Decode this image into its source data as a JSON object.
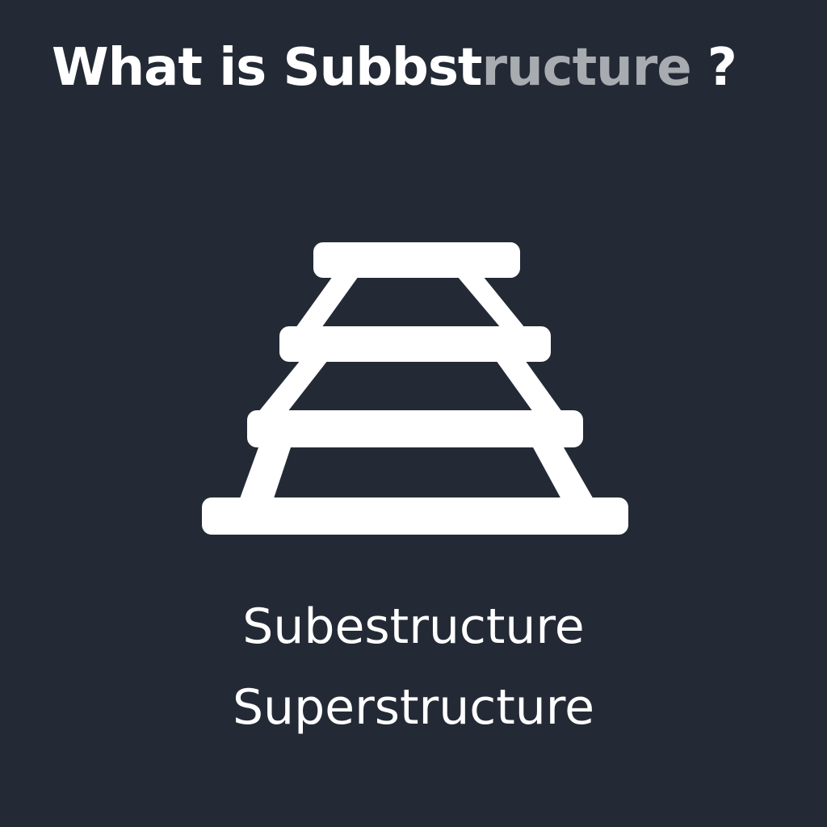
{
  "headline": {
    "bright": "What is Subbst",
    "dim": "ructure",
    "qmark": "?"
  },
  "icon": "stepped-pyramid-icon",
  "labels": [
    "Subestructure",
    "Superstructure"
  ],
  "colors": {
    "background": "#232a35",
    "text": "#ffffff",
    "dim_text": "#a8abb0",
    "icon": "#ffffff"
  }
}
